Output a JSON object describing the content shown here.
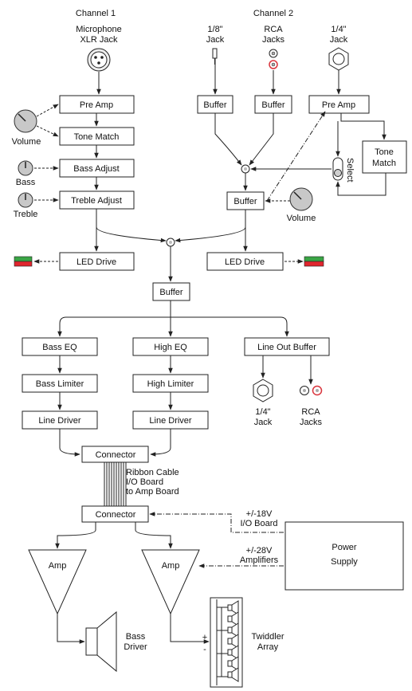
{
  "headers": {
    "channel1": "Channel 1",
    "channel2": "Channel 2"
  },
  "inputs": {
    "mic": [
      "Microphone",
      "XLR Jack"
    ],
    "eighth": [
      "1/8\"",
      "Jack"
    ],
    "rca": [
      "RCA",
      "Jacks"
    ],
    "quarter": [
      "1/4\"",
      "Jack"
    ]
  },
  "controls": {
    "volume": "Volume",
    "bass": "Bass",
    "treble": "Treble",
    "select": "Select"
  },
  "blocks": {
    "preamp": "Pre Amp",
    "tone_match": "Tone Match",
    "tone_match_lines": [
      "Tone",
      "Match"
    ],
    "bass_adjust": "Bass Adjust",
    "treble_adjust": "Treble Adjust",
    "buffer": "Buffer",
    "led_drive": "LED Drive",
    "bass_eq": "Bass EQ",
    "high_eq": "High EQ",
    "line_out_buffer": "Line Out Buffer",
    "bass_limiter": "Bass Limiter",
    "high_limiter": "High Limiter",
    "line_driver": "Line Driver",
    "connector": "Connector",
    "amp": "Amp",
    "power_supply": [
      "Power",
      "Supply"
    ]
  },
  "outputs": {
    "quarter": [
      "1/4\"",
      "Jack"
    ],
    "rca": [
      "RCA",
      "Jacks"
    ]
  },
  "ribbon": [
    "Ribbon Cable",
    "I/O Board",
    "to Amp Board"
  ],
  "power_labels": {
    "io": [
      "+/-18V",
      "I/O Board"
    ],
    "amps": [
      "+/-28V",
      "Amplifiers"
    ]
  },
  "speakers": {
    "bass": [
      "Bass",
      "Driver"
    ],
    "twiddler": [
      "Twiddler",
      "Array"
    ]
  },
  "polarity": {
    "plus": "+",
    "minus": "-"
  },
  "colors": {
    "led_top": "#3aa545",
    "led_bottom": "#e0262e",
    "rca_ring": "#d9343c",
    "knob": "#c8c8c8"
  }
}
